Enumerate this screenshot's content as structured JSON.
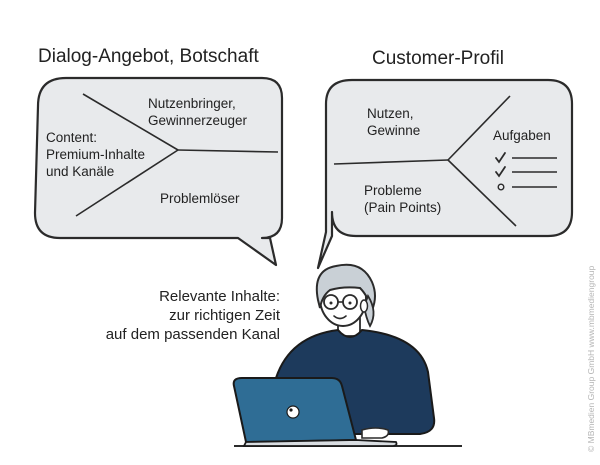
{
  "left_bubble": {
    "title": "Dialog-Angebot, Botschaft",
    "top_right": [
      "Nutzenbringer,",
      "Gewinnerzeuger"
    ],
    "left": [
      "Content:",
      "Premium-Inhalte",
      "und Kanäle"
    ],
    "bottom_right": "Problemlöser"
  },
  "right_bubble": {
    "title": "Customer-Profil",
    "top_left": [
      "Nutzen,",
      "Gewinne"
    ],
    "right": "Aufgaben",
    "bottom_left": [
      "Probleme",
      "(Pain Points)"
    ]
  },
  "caption": [
    "Relevante Inhalte:",
    "zur richtigen Zeit",
    "auf dem passenden Kanal"
  ],
  "copyright": "© MBmedien Group GmbH www.mbmediengroup",
  "colors": {
    "bubble_fill": "#e8eaec",
    "line": "#2b2b2b",
    "sweater": "#1d3a5c",
    "laptop": "#2f6d95",
    "hair": "#c9d0d6"
  }
}
